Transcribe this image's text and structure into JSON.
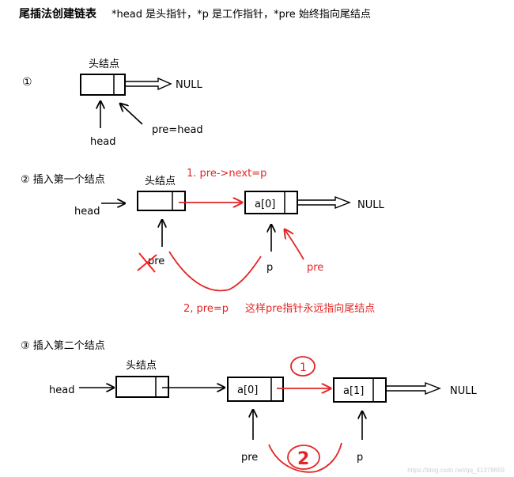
{
  "title": "尾插法创建链表",
  "subtitle": "*head 是头指针，*p 是工作指针，*pre 始终指向尾结点",
  "colors": {
    "black": "#000000",
    "red": "#e32626",
    "accent_red": "#ff2020"
  },
  "step1": {
    "marker": "①",
    "head_node_label": "头结点",
    "null_label": "NULL",
    "head_label": "head",
    "pre_label": "pre=head"
  },
  "step2": {
    "heading": "② 插入第一个结点",
    "head_node_label": "头结点",
    "head_label": "head",
    "node_a0_label": "a[0]",
    "null_label": "NULL",
    "pre_label": "pre",
    "p_label": "p",
    "pre_new_label": "pre",
    "note1": "1. pre->next=p",
    "note2": "2, pre=p",
    "note3": "这样pre指针永远指向尾结点"
  },
  "step3": {
    "heading": "③ 插入第二个结点",
    "head_node_label": "头结点",
    "head_label": "head",
    "node_a0_label": "a[0]",
    "node_a1_label": "a[1]",
    "null_label": "NULL",
    "pre_label": "pre",
    "p_label": "p",
    "circle1": "1",
    "circle2": "2"
  },
  "watermark": "https://blog.csdn.net/qq_41378659"
}
